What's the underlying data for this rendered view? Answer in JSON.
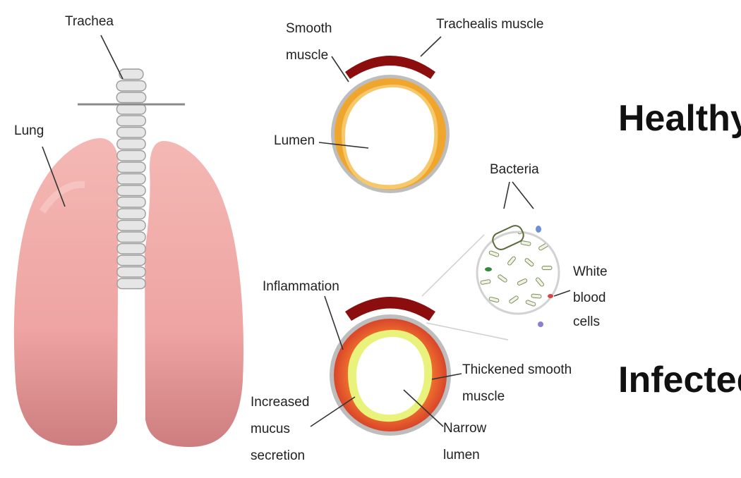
{
  "labels": {
    "trachea": "Trachea",
    "lung": "Lung",
    "smooth_muscle_1": "Smooth",
    "smooth_muscle_2": "muscle",
    "trachealis_muscle": "Trachealis muscle",
    "lumen": "Lumen",
    "bacteria": "Bacteria",
    "white_blood_1": "White",
    "white_blood_2": "blood",
    "white_blood_3": "cells",
    "inflammation": "Inflammation",
    "thickened_1": "Thickened smooth",
    "thickened_2": "muscle",
    "increased_1": "Increased",
    "increased_2": "mucus",
    "increased_3": "secretion",
    "narrow_1": "Narrow",
    "narrow_2": "lumen"
  },
  "states": {
    "healthy": "Healthy",
    "infected": "Infected"
  },
  "colors": {
    "lung_fill": "#f0a9a6",
    "lung_shadow": "#cf7f80",
    "trachea_ring": "#e4e4e4",
    "trachea_edge": "#9a9a9a",
    "healthy_muscle": "#f2a830",
    "trachealis": "#8b0d0d",
    "inflamed": "#e85a2a",
    "mucus": "#e7f07a",
    "tube_gray": "#b9b9b9"
  }
}
